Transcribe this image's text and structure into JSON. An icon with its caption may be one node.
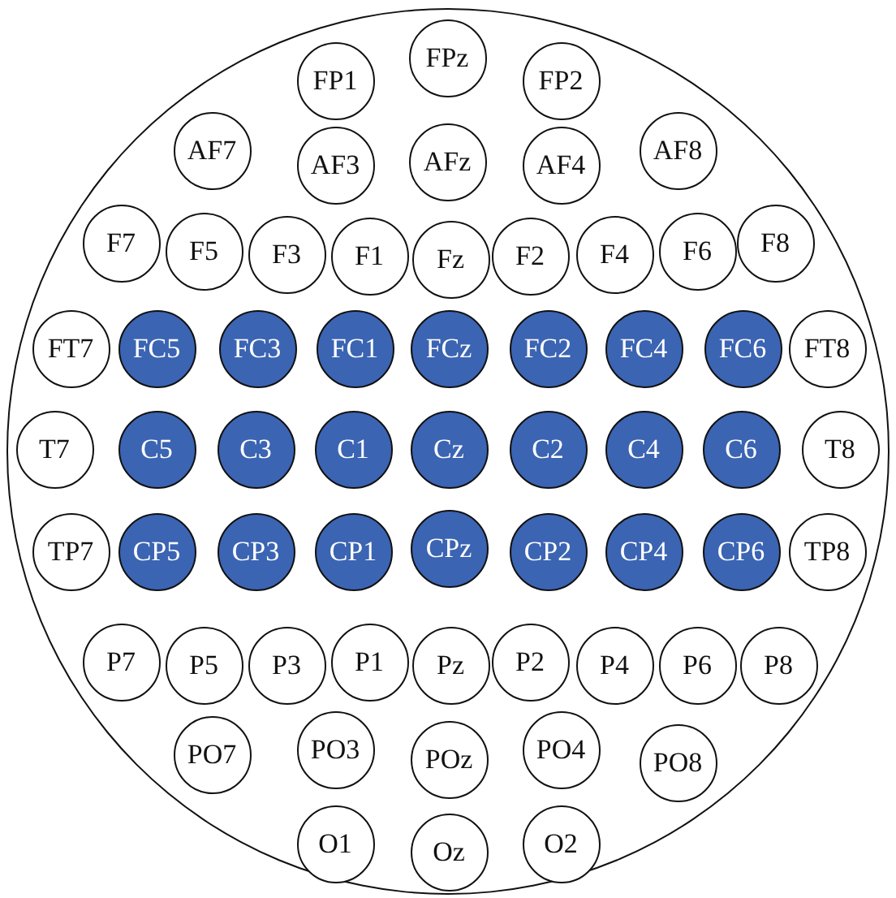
{
  "diagram": {
    "nodes": [
      {
        "text": [],
        "shape": "circle"
      },
      {
        "text": [
          "FP1"
        ],
        "in": 0
      },
      {
        "text": [
          "FPz"
        ],
        "in": 0
      },
      {
        "text": [
          "FP2"
        ],
        "in": 0
      },
      {
        "text": [
          "AF7"
        ],
        "in": 0
      },
      {
        "text": [
          "AF3"
        ],
        "in": 0
      },
      {
        "text": [
          "AFz"
        ],
        "in": 0
      },
      {
        "text": [
          "AF4"
        ],
        "in": 0
      },
      {
        "text": [
          "AF8"
        ],
        "in": 0
      },
      {
        "text": [
          "F7"
        ],
        "in": 0
      },
      {
        "text": [
          "F5"
        ],
        "in": 0
      },
      {
        "text": [
          "F3"
        ],
        "in": 0
      },
      {
        "text": [
          "F1"
        ],
        "in": 0
      },
      {
        "text": [
          "Fz"
        ],
        "in": 0
      },
      {
        "text": [
          "F2"
        ],
        "in": 0
      },
      {
        "text": [
          "F4"
        ],
        "in": 0
      },
      {
        "text": [
          "F6"
        ],
        "in": 0
      },
      {
        "text": [
          "F8"
        ],
        "in": 0
      },
      {
        "text": [
          "FT7"
        ],
        "in": 0
      },
      {
        "text": [
          "FC5"
        ],
        "in": 0
      },
      {
        "text": [
          "FC3"
        ],
        "in": 0
      },
      {
        "text": [
          "FC1"
        ],
        "in": 0
      },
      {
        "text": [
          "FCz"
        ],
        "in": 0
      },
      {
        "text": [
          "FC2"
        ],
        "in": 0
      },
      {
        "text": [
          "FC4"
        ],
        "in": 0
      },
      {
        "text": [
          "FC6"
        ],
        "in": 0
      },
      {
        "text": [
          "FT8"
        ],
        "in": 0
      },
      {
        "text": [
          "T7"
        ],
        "in": 0
      },
      {
        "text": [
          "C5"
        ],
        "in": 0
      },
      {
        "text": [
          "C3"
        ],
        "in": 0
      },
      {
        "text": [
          "C1"
        ],
        "in": 0
      },
      {
        "text": [
          "Cz"
        ],
        "in": 0
      },
      {
        "text": [
          "C2"
        ],
        "in": 0
      },
      {
        "text": [
          "C4"
        ],
        "in": 0
      },
      {
        "text": [
          "C6"
        ],
        "in": 0
      },
      {
        "text": [
          "T8"
        ],
        "in": 0
      },
      {
        "text": [
          "TP7"
        ],
        "in": 0
      },
      {
        "text": [
          "CP5"
        ],
        "in": 0
      },
      {
        "text": [
          "CP3"
        ],
        "in": 0
      },
      {
        "text": [
          "CP1"
        ],
        "in": 0
      },
      {
        "text": [
          "CPz"
        ],
        "in": 0
      },
      {
        "text": [
          "CP2"
        ],
        "in": 0
      },
      {
        "text": [
          "CP4"
        ],
        "in": 0
      },
      {
        "text": [
          "CP6"
        ],
        "in": 0
      },
      {
        "text": [
          "TP8"
        ],
        "in": 0
      },
      {
        "text": [
          "P7"
        ],
        "in": 0
      },
      {
        "text": [
          "P5"
        ],
        "in": 0
      },
      {
        "text": [
          "P3"
        ],
        "in": 0
      },
      {
        "text": [
          "P1"
        ],
        "in": 0
      },
      {
        "text": [
          "Pz"
        ],
        "in": 0
      },
      {
        "text": [
          "P2"
        ],
        "in": 0
      },
      {
        "text": [
          "P4"
        ],
        "in": 0
      },
      {
        "text": [
          "P6"
        ],
        "in": 0
      },
      {
        "text": [
          "P8"
        ],
        "in": 0
      },
      {
        "text": [
          "PO7"
        ],
        "in": 0
      },
      {
        "text": [
          "PO3"
        ],
        "in": 0
      },
      {
        "text": [
          "POz"
        ],
        "in": 0
      },
      {
        "text": [
          "PO4"
        ],
        "in": 0
      },
      {
        "text": [
          "PO8"
        ],
        "in": 0
      },
      {
        "text": [
          "O1"
        ],
        "in": 0
      },
      {
        "text": [
          "Oz"
        ],
        "in": 0
      },
      {
        "text": [
          "O2"
        ],
        "in": 0
      }
    ]
  }
}
